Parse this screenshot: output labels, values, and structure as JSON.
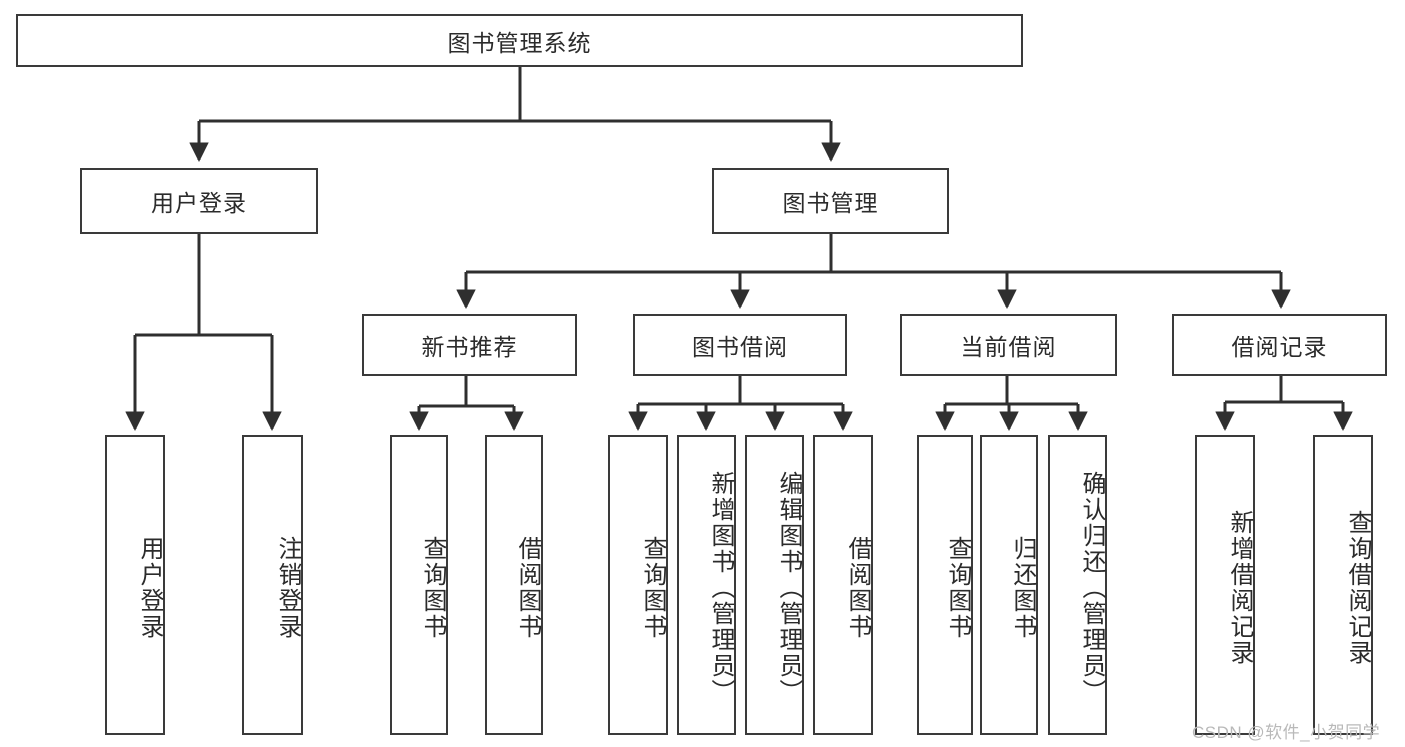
{
  "diagram": {
    "type": "tree-hierarchy-chart",
    "title": "图书管理系统",
    "watermark": "CSDN @软件_小贺同学",
    "colors": {
      "box_border": "#3a3a3a",
      "box_fill": "#ffffff",
      "connector": "#2f2f2f",
      "text": "#2b2b2b",
      "watermark": "#b9b9b9",
      "background": "#ffffff"
    },
    "nodes": {
      "root": {
        "label": "图书管理系统",
        "level": 0
      },
      "level1": [
        {
          "id": "user-login",
          "label": "用户登录"
        },
        {
          "id": "book-manage",
          "label": "图书管理"
        }
      ],
      "level2": [
        {
          "id": "new-book-recommend",
          "label": "新书推荐",
          "parent": "book-manage"
        },
        {
          "id": "book-borrow",
          "label": "图书借阅",
          "parent": "book-manage"
        },
        {
          "id": "current-borrow",
          "label": "当前借阅",
          "parent": "book-manage"
        },
        {
          "id": "borrow-record",
          "label": "借阅记录",
          "parent": "book-manage"
        }
      ],
      "leaves": [
        {
          "id": "leaf-user-login",
          "label": "用户登录",
          "parent": "user-login"
        },
        {
          "id": "leaf-logout-login",
          "label": "注销登录",
          "parent": "user-login"
        },
        {
          "id": "leaf-query-book-1",
          "label": "查询图书",
          "parent": "new-book-recommend"
        },
        {
          "id": "leaf-borrow-book-1",
          "label": "借阅图书",
          "parent": "new-book-recommend"
        },
        {
          "id": "leaf-query-book-2",
          "label": "查询图书",
          "parent": "book-borrow"
        },
        {
          "id": "leaf-add-book",
          "label": "新增图书（管理员）",
          "parent": "book-borrow"
        },
        {
          "id": "leaf-edit-book",
          "label": "编辑图书（管理员）",
          "parent": "book-borrow"
        },
        {
          "id": "leaf-borrow-book-2",
          "label": "借阅图书",
          "parent": "book-borrow"
        },
        {
          "id": "leaf-query-book-3",
          "label": "查询图书",
          "parent": "current-borrow"
        },
        {
          "id": "leaf-return-book",
          "label": "归还图书",
          "parent": "current-borrow"
        },
        {
          "id": "leaf-confirm-return",
          "label": "确认归还（管理员）",
          "parent": "current-borrow"
        },
        {
          "id": "leaf-add-record",
          "label": "新增借阅记录",
          "parent": "borrow-record"
        },
        {
          "id": "leaf-query-record",
          "label": "查询借阅记录",
          "parent": "borrow-record"
        }
      ]
    }
  }
}
